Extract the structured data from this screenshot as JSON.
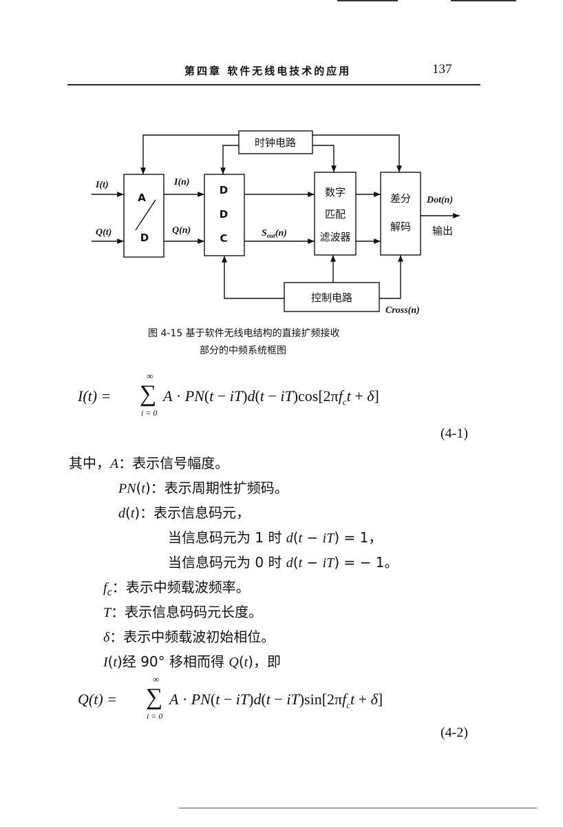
{
  "header": {
    "chapter_title": "第四章 软件无线电技术的应用",
    "page_number": "137"
  },
  "figure": {
    "blocks": {
      "clock": "时钟电路",
      "adc_top": "A",
      "adc_bottom": "D",
      "ddc_1": "D",
      "ddc_2": "D",
      "ddc_3": "C",
      "filter_1": "数字",
      "filter_2": "匹配",
      "filter_3": "滤波器",
      "decoder_1": "差分",
      "decoder_2": "解码",
      "control": "控制电路"
    },
    "signals": {
      "it": "I(t)",
      "qt": "Q(t)",
      "in": "I(n)",
      "qn": "Q(n)",
      "sout": "S_out(n)",
      "dot": "Dot(n)",
      "output": "输出",
      "cross": "Cross(n)"
    },
    "caption_line1": "图 4-15   基于软件无线电结构的直接扩频接收",
    "caption_line2": "部分的中频系统框图"
  },
  "equations": {
    "eq1": {
      "lhs": "I(t) =",
      "sum_top": "∞",
      "sum_bottom": "i = 0",
      "rhs": "A · PN(t − iT)d(t − iT)cos[2πf_ct + δ]",
      "number": "(4-1)"
    },
    "eq2": {
      "lhs": "Q(t) =",
      "sum_top": "∞",
      "sum_bottom": "i = 0",
      "rhs": "A · PN(t − iT)d(t − iT)sin[2πf_ct + δ]",
      "number": "(4-2)"
    }
  },
  "definitions": {
    "intro": "其中，",
    "a": "A：表示信号幅度。",
    "pn": "PN(t)：表示周期性扩频码。",
    "d": "d(t)：表示信息码元，",
    "d_case1": "当信息码元为 1 时 d(t − iT) = 1，",
    "d_case2": "当信息码元为 0 时 d(t − iT) = − 1。",
    "fc": "f_c：表示中频载波频率。",
    "t": "T：表示信息码码元长度。",
    "delta": "δ：表示中频载波初始相位。",
    "phase": "I(t)经 90° 移相而得 Q(t)，即"
  }
}
